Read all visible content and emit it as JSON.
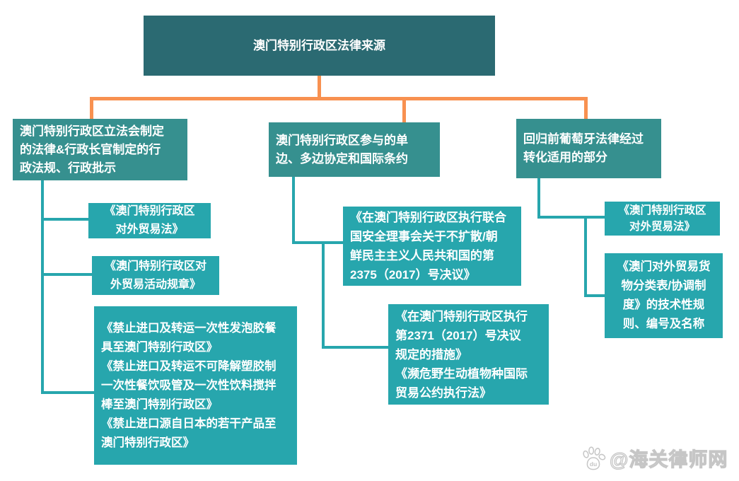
{
  "diagram": {
    "title_node": "澳门特别行政区法律来源",
    "branches": [
      {
        "label": "澳门特别行政区立法会制定\n的法律&行政长官制定的行\n政法规、行政批示",
        "children": [
          {
            "label": "《澳门特别行政区\n对外贸易法》"
          },
          {
            "label": "《澳门特别行政区对\n外贸易活动规章》"
          },
          {
            "label": "《禁止进口及转运一次性发泡胶餐\n具至澳门特别行政区》\n《禁止进口及转运不可降解塑胶制\n一次性餐饮吸管及一次性饮料搅拌\n棒至澳门特别行政区》\n《禁止进口源自日本的若干产品至\n澳门特别行政区》"
          }
        ]
      },
      {
        "label": "澳门特别行政区参与的单\n边、多边协定和国际条约",
        "children": [
          {
            "label": "《在澳门特别行政区执行联合\n国安全理事会关于不扩散/朝\n鲜民主主义人民共和国的第\n2375（2017）号决议》"
          },
          {
            "label": "《在澳门特别行政区执行\n第2371（2017）号决议\n规定的措施》\n《濒危野生动植物种国际\n贸易公约执行法》"
          }
        ]
      },
      {
        "label": "回归前葡萄牙法律经过\n转化适用的部分",
        "children": [
          {
            "label": "《澳门特别行政区\n对外贸易法》"
          },
          {
            "label": "《澳门对外贸易货\n物分类表/协调制\n度》的技术性规\n则、编号及名称"
          }
        ]
      }
    ]
  },
  "watermark": {
    "handle": "@海关律师网",
    "icon": "baidu-paw-icon"
  },
  "colors": {
    "root_box": "#2b6a72",
    "branch_box": "#36908f",
    "child_box": "#27a6ad",
    "connector_orange": "#f89150",
    "watermark_gray": "#c6c6c6"
  }
}
